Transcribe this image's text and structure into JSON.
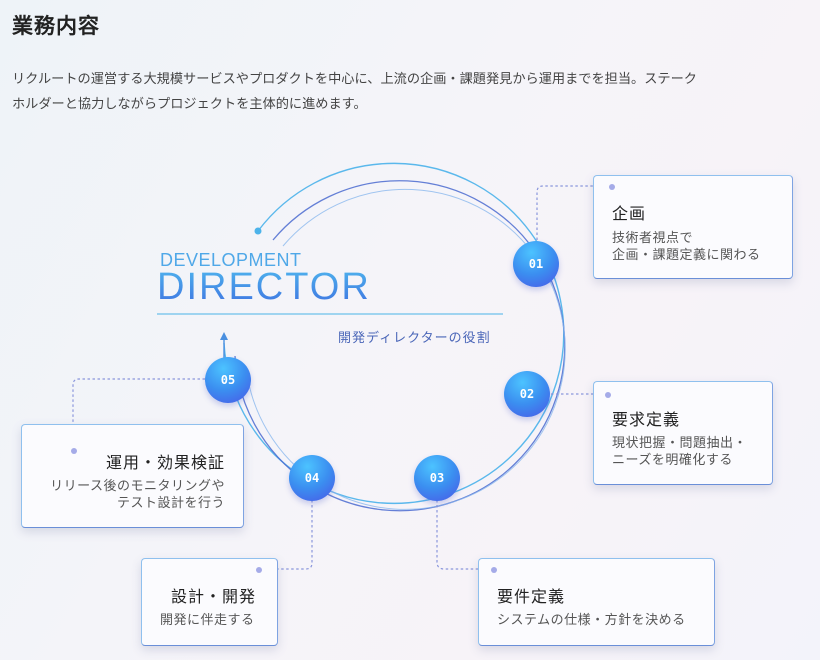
{
  "header": {
    "title": "業務内容",
    "intro_line1": "リクルートの運営する大規模サービスやプロダクトを中心に、上流の企画・課題発見から運用までを担当。ステーク",
    "intro_line2": "ホルダーと協力しながらプロジェクトを主体的に進めます。"
  },
  "hero": {
    "subtitle": "DEVELOPMENT",
    "title": "DIRECTOR",
    "role": "開発ディレクターの役割"
  },
  "colors": {
    "accent": "#3b8ef0",
    "accent_deep": "#4a55e6",
    "accent_light": "#4cc3ff",
    "card_border": "#8fc0ee",
    "connector": "#8a96dc"
  },
  "steps": [
    {
      "number": "01",
      "title": "企画",
      "desc_line1": "技術者視点で",
      "desc_line2": "企画・課題定義に関わる"
    },
    {
      "number": "02",
      "title": "要求定義",
      "desc_line1": "現状把握・問題抽出・",
      "desc_line2": "ニーズを明確化する"
    },
    {
      "number": "03",
      "title": "要件定義",
      "desc_line1": "システムの仕様・方針を決める",
      "desc_line2": ""
    },
    {
      "number": "04",
      "title": "設計・開発",
      "desc_line1": "開発に伴走する",
      "desc_line2": ""
    },
    {
      "number": "05",
      "title": "運用・効果検証",
      "desc_line1": "リリース後のモニタリングや",
      "desc_line2": "テスト設計を行う"
    }
  ]
}
